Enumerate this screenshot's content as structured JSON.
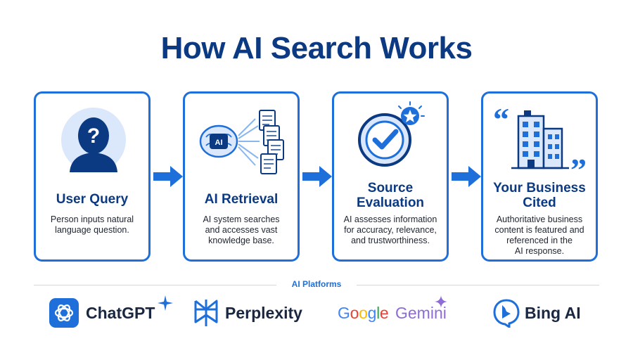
{
  "title": "How AI Search Works",
  "steps": [
    {
      "title": "User Query",
      "desc": [
        "Person inputs natural",
        "language question."
      ],
      "icon": "user-question-icon"
    },
    {
      "title": "AI Retrieval",
      "brain_label": "AI",
      "desc": [
        "AI system searches",
        "and accesses vast",
        "knowledge base."
      ],
      "icon": "ai-brain-documents-icon"
    },
    {
      "title_lines": [
        "Source",
        "Evaluation"
      ],
      "desc": [
        "AI assesses information",
        "for accuracy, relevance,",
        "and trustworthiness."
      ],
      "icon": "checkmark-badge-icon"
    },
    {
      "title_lines": [
        "Your Business",
        "Cited"
      ],
      "desc": [
        "Authoritative business",
        "content is featured and",
        "referenced in the",
        "AI response."
      ],
      "icon": "office-building-quote-icon"
    }
  ],
  "platforms_label": "AI Platforms",
  "platforms": [
    {
      "name": "ChatGPT",
      "icon": "chatgpt-logo-icon"
    },
    {
      "name": "Perplexity",
      "icon": "perplexity-logo-icon"
    },
    {
      "name": "Google",
      "name2": "Gemini",
      "icon": "gemini-sparkle-icon"
    },
    {
      "name": "Bing AI",
      "icon": "bing-logo-icon"
    }
  ],
  "colors": {
    "primary": "#1e6fd9",
    "navy": "#0b3a82",
    "chatgpt": "#1e6fd9",
    "gemini": "#8e6cd6"
  }
}
